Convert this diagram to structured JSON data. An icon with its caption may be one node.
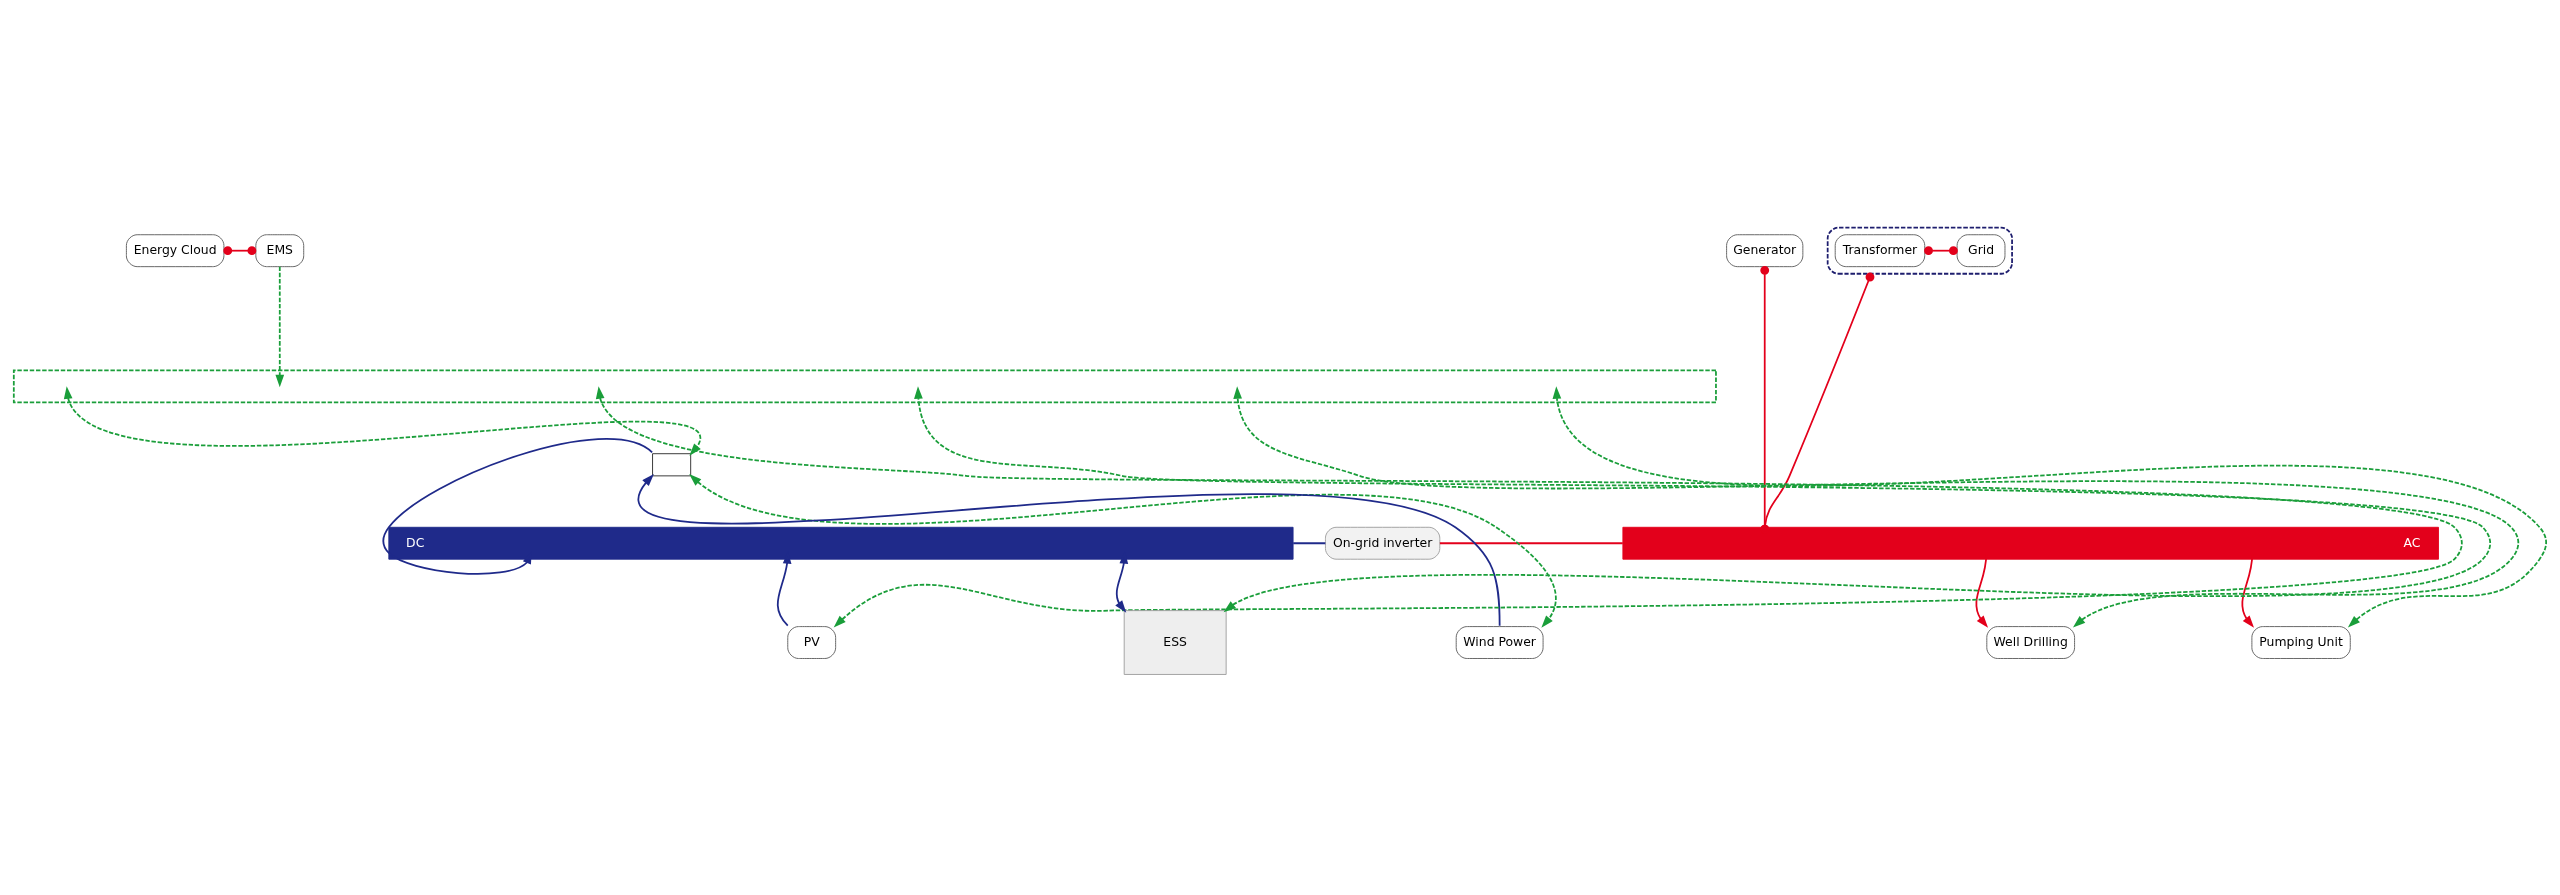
{
  "diagram": {
    "nodes": [
      {
        "text": [
          "Energy Cloud"
        ]
      },
      {
        "text": [
          "EMS"
        ]
      },
      {
        "text": [
          "Generator"
        ]
      },
      {
        "text": [],
        "shape": "box"
      },
      {
        "text": [
          "Transformer"
        ],
        "in": 3
      },
      {
        "text": [
          "Grid"
        ],
        "in": 3
      },
      {
        "text": [
          "DC"
        ]
      },
      {
        "text": [
          "On-grid inverter"
        ]
      },
      {
        "text": [
          "AC"
        ]
      },
      {
        "text": [],
        "shape": "bar"
      },
      {
        "text": [],
        "shape": "box"
      },
      {
        "text": [
          "Wind Power"
        ]
      },
      {
        "text": [
          "PV"
        ]
      },
      {
        "text": [
          "ESS"
        ]
      },
      {
        "text": [
          "Well Drilling"
        ]
      },
      {
        "text": [
          "Pumping Unit"
        ]
      }
    ],
    "edges": [
      {
        "from": 0,
        "to": 1,
        "arrow": "other",
        "color": "#e3001b"
      },
      {
        "from": 4,
        "to": 5,
        "arrow": "other",
        "color": "#e3001b"
      },
      {
        "from": 2,
        "to": 8,
        "arrow": "other",
        "color": "#e3001b"
      },
      {
        "from": 3,
        "to": 8,
        "arrow": "other",
        "color": "#e3001b"
      },
      {
        "from": 1,
        "to": 9,
        "arrow": "to",
        "style": "dashed",
        "color": "#1a9e3a"
      },
      {
        "from": 6,
        "to": 7,
        "arrow": "none",
        "color": "#1f2a8a"
      },
      {
        "from": 7,
        "to": 8,
        "arrow": "none",
        "color": "#e3001b"
      },
      {
        "from": 11,
        "to": 10,
        "arrow": "to",
        "color": "#1f2a8a"
      },
      {
        "from": 10,
        "to": 6,
        "arrow": "to",
        "color": "#1f2a8a"
      },
      {
        "from": 12,
        "to": 6,
        "arrow": "to",
        "color": "#1f2a8a"
      },
      {
        "from": 13,
        "to": 6,
        "arrow": "both",
        "color": "#1f2a8a"
      },
      {
        "from": 8,
        "to": 14,
        "arrow": "to",
        "color": "#e3001b"
      },
      {
        "from": 8,
        "to": 15,
        "arrow": "to",
        "color": "#e3001b"
      },
      {
        "from": 9,
        "to": 10,
        "arrow": "both",
        "style": "dashed",
        "color": "#1a9e3a"
      },
      {
        "from": 10,
        "to": 11,
        "arrow": "both",
        "style": "dashed",
        "color": "#1a9e3a"
      },
      {
        "from": 12,
        "to": 9,
        "arrow": "both",
        "style": "dashed",
        "color": "#1a9e3a"
      },
      {
        "from": 13,
        "to": 9,
        "arrow": "both",
        "style": "dashed",
        "color": "#1a9e3a"
      },
      {
        "from": 14,
        "to": 9,
        "arrow": "both",
        "style": "dashed",
        "color": "#1a9e3a"
      },
      {
        "from": 15,
        "to": 9,
        "arrow": "both",
        "style": "dashed",
        "color": "#1a9e3a"
      }
    ]
  }
}
